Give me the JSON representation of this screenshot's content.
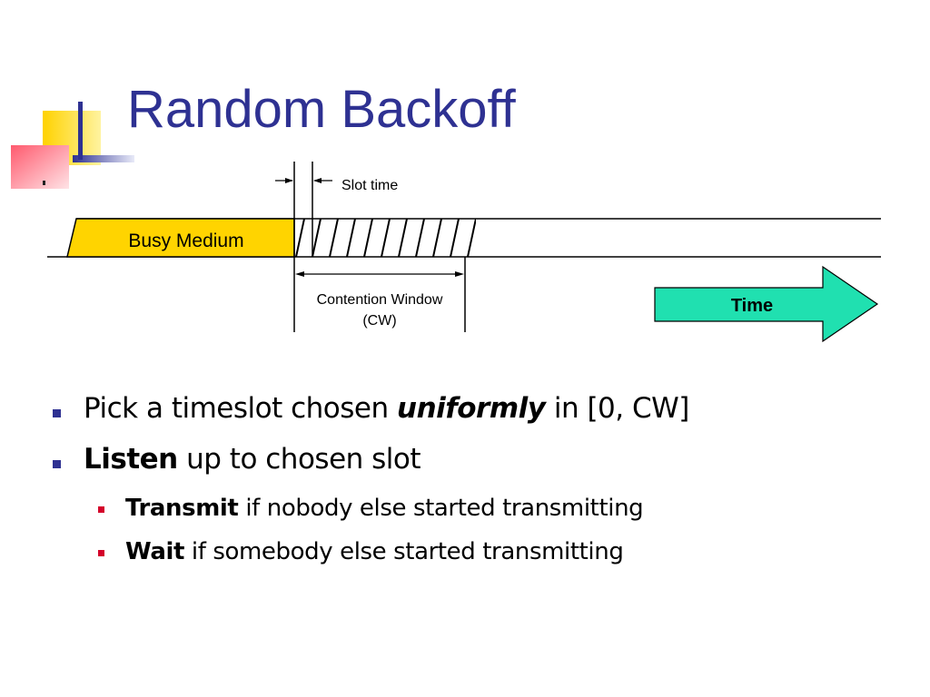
{
  "slide": {
    "title": "Random Backoff",
    "colors": {
      "title": "#2e3192",
      "bullet_l1": "#2e3192",
      "bullet_l2": "#d4002a",
      "busy_fill": "#ffd400",
      "time_arrow_fill": "#20e0b0"
    }
  },
  "diagram": {
    "slot_time_label": "Slot time",
    "busy_medium_label": "Busy Medium",
    "contention_window_label_line1": "Contention Window",
    "contention_window_label_line2": "(CW)",
    "time_label": "Time"
  },
  "bullets": [
    {
      "level": 1,
      "before": "Pick a timeslot chosen ",
      "emphasis": "uniformly",
      "after": " in [0, CW]"
    },
    {
      "level": 1,
      "before": "",
      "emphasis": "Listen",
      "after": " up to chosen slot"
    },
    {
      "level": 2,
      "before": "",
      "emphasis": "Transmit",
      "after": " if nobody else started transmitting"
    },
    {
      "level": 2,
      "before": "",
      "emphasis": "Wait",
      "after": " if somebody else started transmitting"
    }
  ]
}
